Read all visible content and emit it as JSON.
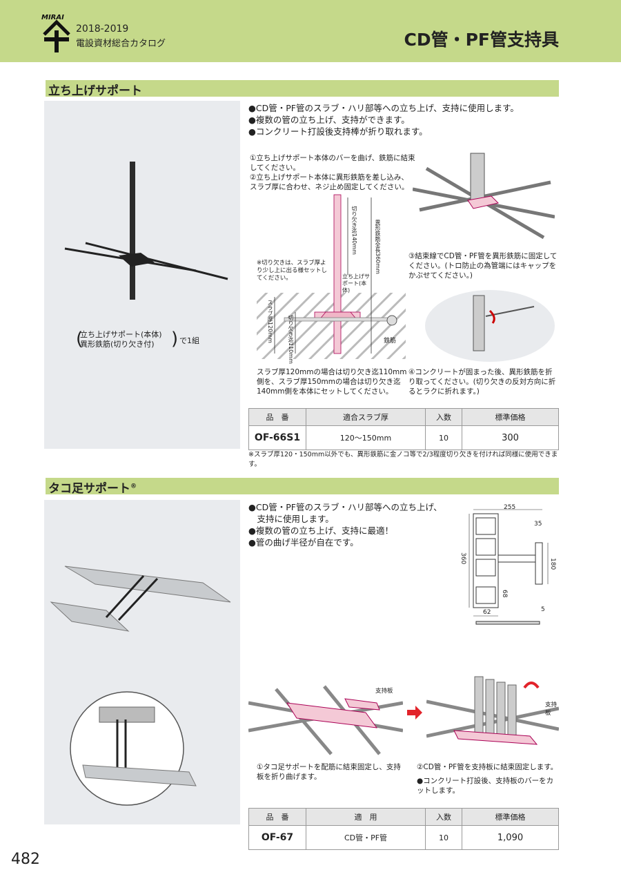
{
  "header": {
    "logo_text": "MIRAI",
    "year": "2018-2019",
    "catalog": "電設資材総合カタログ",
    "title": "CD管・PF管支持具"
  },
  "section1": {
    "title": "立ち上げサポート",
    "bullets": [
      "●CD管・PF管のスラブ・ハリ部等への立ち上げ、支持に使用します。",
      "●複数の管の立ち上げ、支持ができます。",
      "●コンクリート打設後支持棒が折り取れます。"
    ],
    "set_line1": "立ち上げサポート(本体)",
    "set_line2": "異形鉄筋(切り欠き付)",
    "set_suffix": "で1組",
    "step1": "①立ち上げサポート本体のバーを曲げ、鉄筋に結束してください。",
    "step2": "②立ち上げサポート本体に異形鉄筋を差し込み、スラブ厚に合わせ、ネジ止め固定してください。",
    "step3": "③結束線でCD管・PF管を異形鉄筋に固定してください。(トロ防止の為管端にはキャップをかぶせてください。)",
    "step4": "④コンクリートが固まった後、異形鉄筋を折り取ってください。(切り欠きの反対方向に折るとラクに折れます。)",
    "diagram_note": "※切り欠きは、スラブ厚より少し上に出る様セットしてください。",
    "label_notch140": "切り欠き迄140mm",
    "label_rebar360": "異形鉄筋全長360mm",
    "label_body": "立ち上げサポート(本体)",
    "label_slab": "スラブ厚120mm",
    "label_notch110": "切り欠き迄110mm",
    "label_rebar": "鉄筋",
    "slab_note": "スラブ厚120mmの場合は切り欠き迄110mm側を、スラブ厚150mmの場合は切り欠き迄140mm側を本体にセットしてください。",
    "table": {
      "headers": [
        "品　番",
        "適合スラブ厚",
        "入数",
        "標準価格"
      ],
      "row": [
        "OF-66S1",
        "120〜150mm",
        "10",
        "300"
      ]
    },
    "footnote": "※スラブ厚120・150mm以外でも、異形鉄筋に金ノコ等で2/3程度切り欠きを付ければ同様に使用できます。"
  },
  "section2": {
    "title": "タコ足サポート",
    "title_mark": "®",
    "bullets": [
      "●CD管・PF管のスラブ・ハリ部等への立ち上げ、",
      "　支持に使用します。",
      "●複数の管の立ち上げ、支持に最適！",
      "●管の曲げ半径が自在です。"
    ],
    "dims": {
      "d255": "255",
      "d35": "35",
      "d360": "360",
      "d180": "180",
      "d68": "68",
      "d62": "62",
      "d5": "5"
    },
    "label_plate": "支持板",
    "step1": "①タコ足サポートを配筋に結束固定し、支持板を折り曲げます。",
    "step2": "②CD管・PF管を支持板に結束固定します。",
    "step2b": "●コンクリート打設後、支持板のバーをカットします。",
    "table": {
      "headers": [
        "品　番",
        "適　用",
        "入数",
        "標準価格"
      ],
      "row": [
        "OF-67",
        "CD管・PF管",
        "10",
        "1,090"
      ]
    }
  },
  "page_number": "482"
}
